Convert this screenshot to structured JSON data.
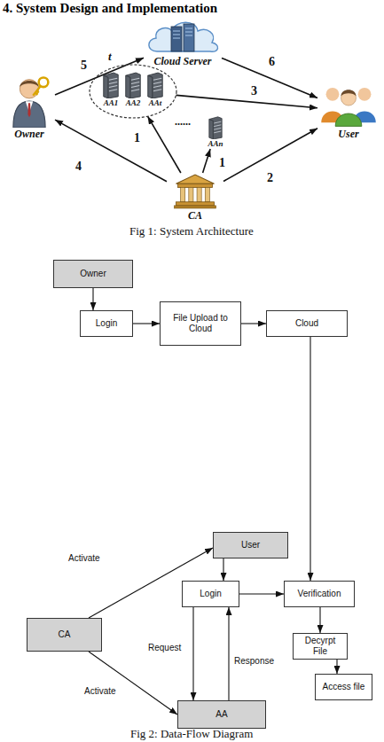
{
  "diagram": {
    "title": "4. System Design and Implementation",
    "nodes": [
      {
        "text": [
          "Owner"
        ]
      },
      {
        "text": [
          "Cloud Server"
        ]
      },
      {
        "text": [
          "t"
        ]
      },
      {
        "text": [
          "AA1"
        ],
        "in": 2
      },
      {
        "text": [
          "AA2"
        ],
        "in": 2
      },
      {
        "text": [
          "AAt"
        ],
        "in": 2
      },
      {
        "text": [
          "AAn"
        ]
      },
      {
        "text": [
          "User"
        ]
      },
      {
        "text": [
          "CA"
        ]
      },
      {
        "text": [
          "Owner"
        ]
      },
      {
        "text": [
          "Login"
        ]
      },
      {
        "text": [
          "File Upload to Cloud"
        ]
      },
      {
        "text": [
          "Cloud"
        ]
      },
      {
        "text": [
          "User"
        ]
      },
      {
        "text": [
          "Login"
        ]
      },
      {
        "text": [
          "Verification"
        ]
      },
      {
        "text": [
          "CA"
        ]
      },
      {
        "text": [
          "Decyrpt File"
        ]
      },
      {
        "text": [
          "Access file"
        ]
      },
      {
        "text": [
          "AA"
        ]
      }
    ],
    "edges": [
      {
        "from": 8,
        "to": 2,
        "label": "1",
        "arrow": "to"
      },
      {
        "from": 8,
        "to": 6,
        "label": "1",
        "arrow": "to"
      },
      {
        "from": 8,
        "to": 7,
        "label": "2",
        "arrow": "to"
      },
      {
        "from": 2,
        "to": 7,
        "label": "3",
        "arrow": "to"
      },
      {
        "from": 8,
        "to": 0,
        "label": "4",
        "arrow": "to"
      },
      {
        "from": 0,
        "to": 1,
        "label": "5",
        "arrow": "to"
      },
      {
        "from": 1,
        "to": 7,
        "label": "6",
        "arrow": "to"
      },
      {
        "from": 9,
        "to": 10,
        "arrow": "to"
      },
      {
        "from": 10,
        "to": 11,
        "arrow": "to"
      },
      {
        "from": 11,
        "to": 12,
        "arrow": "to"
      },
      {
        "from": 12,
        "to": 15,
        "arrow": "to"
      },
      {
        "from": 13,
        "to": 14,
        "arrow": "to"
      },
      {
        "from": 14,
        "to": 15,
        "arrow": "to"
      },
      {
        "from": 15,
        "to": 17,
        "arrow": "to"
      },
      {
        "from": 17,
        "to": 18,
        "arrow": "to"
      },
      {
        "from": 16,
        "to": 13,
        "label": "Activate",
        "arrow": "to"
      },
      {
        "from": 16,
        "to": 19,
        "label": "Activate",
        "arrow": "to"
      },
      {
        "from": 14,
        "to": 19,
        "label": "Request",
        "arrow": "to"
      },
      {
        "from": 19,
        "to": 14,
        "label": "Response",
        "arrow": "to"
      }
    ],
    "labels": [
      "......",
      "Fig 1: System Architecture",
      "Fig 2: Data-Flow Diagram"
    ]
  }
}
